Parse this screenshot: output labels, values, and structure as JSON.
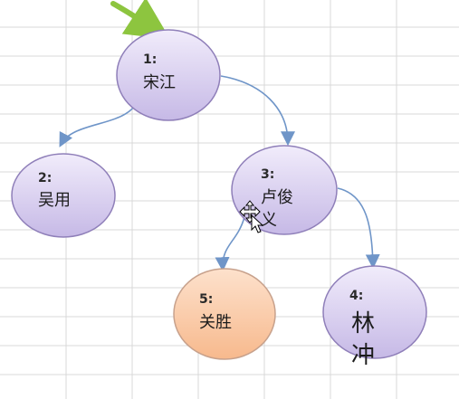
{
  "colors": {
    "grid": "#d9d9d9",
    "node_fill_top": "#f1ecfb",
    "node_fill_bottom": "#c6b9e6",
    "node_stroke": "#8f7fb9",
    "highlight_fill_top": "#fde1cc",
    "highlight_fill_bottom": "#f7b98d",
    "highlight_stroke": "#c7a18c",
    "edge": "#6f95c8",
    "pointer_arrow": "#8dc53f"
  },
  "nodes": [
    {
      "id": "n1",
      "number": "1:",
      "lines": [
        "宋江"
      ]
    },
    {
      "id": "n2",
      "number": "2:",
      "lines": [
        "吴用"
      ]
    },
    {
      "id": "n3",
      "number": "3:",
      "lines": [
        "卢俊",
        "义"
      ]
    },
    {
      "id": "n4",
      "number": "4:",
      "lines": [
        "林",
        "冲"
      ]
    },
    {
      "id": "n5",
      "number": "5:",
      "lines": [
        "关胜"
      ]
    }
  ],
  "edges": [
    {
      "from": "n1",
      "to": "n2"
    },
    {
      "from": "n1",
      "to": "n3"
    },
    {
      "from": "n3",
      "to": "n5"
    },
    {
      "from": "n3",
      "to": "n4"
    }
  ],
  "cursor": "move-cursor-icon",
  "pointer": "green-arrow-icon"
}
